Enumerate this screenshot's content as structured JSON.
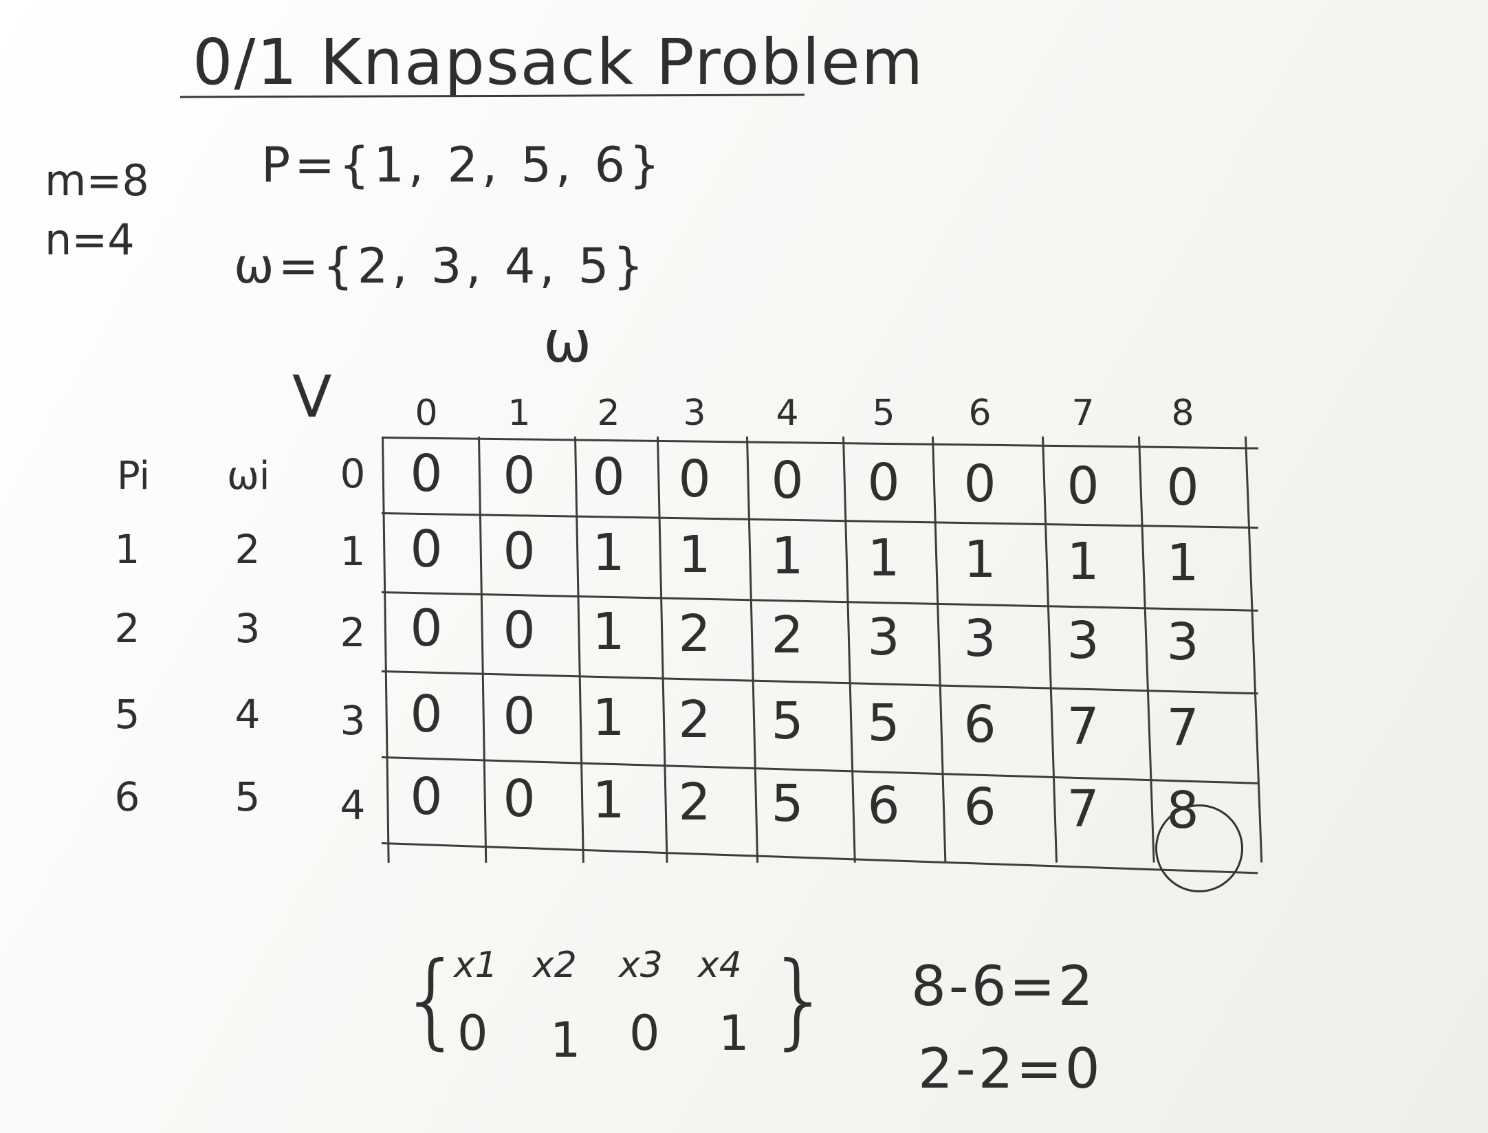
{
  "title": "0/1 Knapsack Problem",
  "given": {
    "m": "m=8",
    "n": "n=4"
  },
  "sets": {
    "p": "P={1, 2, 5, 6}",
    "w": "ω={2, 3, 4, 5}"
  },
  "table": {
    "w_label": "ω",
    "v_label": "V",
    "pi_header": "Pi",
    "wi_header": "ωi",
    "columns": [
      "0",
      "1",
      "2",
      "3",
      "4",
      "5",
      "6",
      "7",
      "8"
    ],
    "rows": [
      {
        "p": "",
        "w": "",
        "i": "0",
        "values": [
          "0",
          "0",
          "0",
          "0",
          "0",
          "0",
          "0",
          "0",
          "0"
        ]
      },
      {
        "p": "1",
        "w": "2",
        "i": "1",
        "values": [
          "0",
          "0",
          "1",
          "1",
          "1",
          "1",
          "1",
          "1",
          "1"
        ]
      },
      {
        "p": "2",
        "w": "3",
        "i": "2",
        "values": [
          "0",
          "0",
          "1",
          "2",
          "2",
          "3",
          "3",
          "3",
          "3"
        ]
      },
      {
        "p": "5",
        "w": "4",
        "i": "3",
        "values": [
          "0",
          "0",
          "1",
          "2",
          "5",
          "5",
          "6",
          "7",
          "7"
        ]
      },
      {
        "p": "6",
        "w": "5",
        "i": "4",
        "values": [
          "0",
          "0",
          "1",
          "2",
          "5",
          "6",
          "6",
          "7",
          "8"
        ]
      }
    ],
    "circled": "8"
  },
  "solution": {
    "labels": [
      "x1",
      "x2",
      "x3",
      "x4"
    ],
    "values": [
      "0",
      "1",
      "0",
      "1"
    ]
  },
  "calc": {
    "line1": "8-6=2",
    "line2": "2-2=0"
  }
}
